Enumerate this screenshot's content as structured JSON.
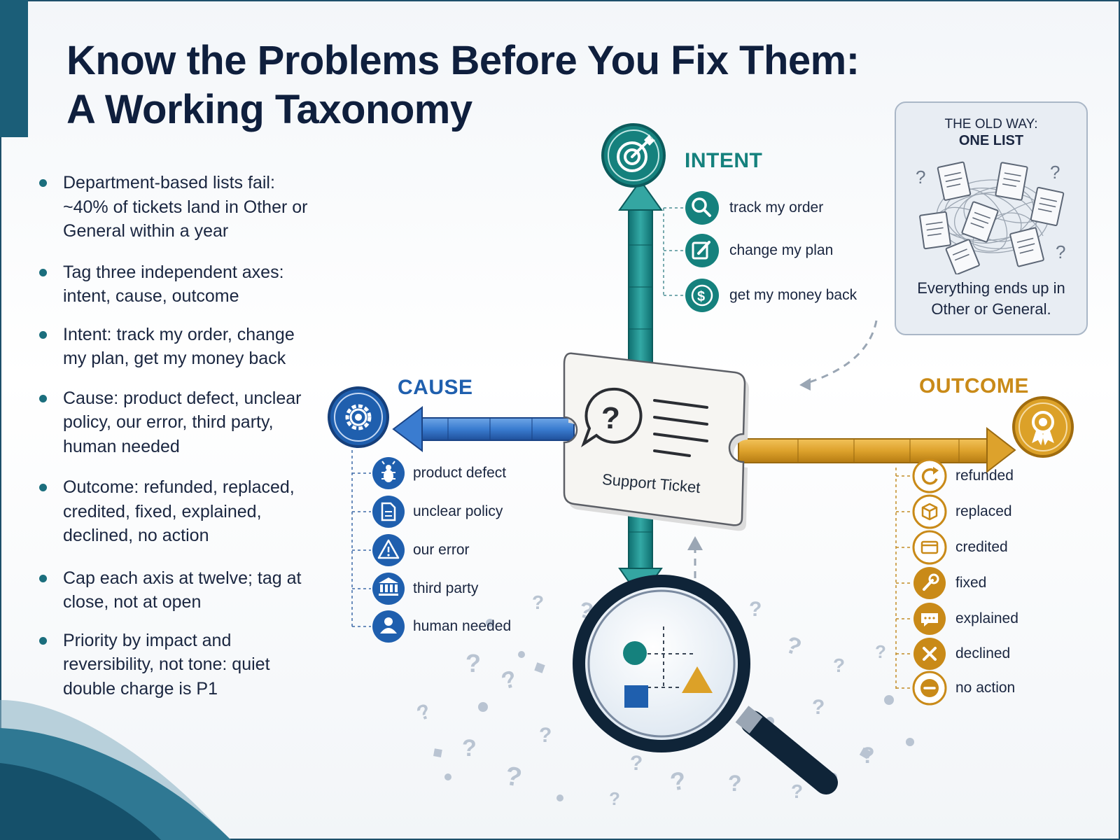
{
  "title": {
    "line1": "Know the Problems Before You Fix Them:",
    "line2": "A Working Taxonomy"
  },
  "bullets": [
    "Department-based lists fail: ~40% of tickets land in Other or General within a year",
    "Tag three independent axes: intent, cause, outcome",
    "Intent: track my order, change my plan, get my money back",
    "Cause: product defect, unclear policy, our error, third party, human needed",
    "Outcome: refunded, replaced, credited, fixed, explained, declined, no action",
    "Cap each axis at twelve; tag at close, not at open",
    "Priority by impact and reversibility, not tone: quiet double charge is P1"
  ],
  "intent": {
    "title": "INTENT",
    "color": "#15817d",
    "icon": "target-icon",
    "items": [
      {
        "label": "track my order",
        "icon": "search-icon"
      },
      {
        "label": "change my plan",
        "icon": "edit-icon"
      },
      {
        "label": "get my money back",
        "icon": "dollar-icon"
      }
    ]
  },
  "cause": {
    "title": "CAUSE",
    "color": "#1f5fae",
    "icon": "gear-icon",
    "items": [
      {
        "label": "product defect",
        "icon": "bug-icon"
      },
      {
        "label": "unclear policy",
        "icon": "document-icon"
      },
      {
        "label": "our error",
        "icon": "warning-icon"
      },
      {
        "label": "third party",
        "icon": "bank-icon"
      },
      {
        "label": "human needed",
        "icon": "person-icon"
      }
    ]
  },
  "outcome": {
    "title": "OUTCOME",
    "color": "#c98a18",
    "icon": "award-icon",
    "items": [
      {
        "label": "refunded",
        "icon": "refresh-icon"
      },
      {
        "label": "replaced",
        "icon": "box-icon"
      },
      {
        "label": "credited",
        "icon": "card-icon"
      },
      {
        "label": "fixed",
        "icon": "wrench-icon"
      },
      {
        "label": "explained",
        "icon": "chat-icon"
      },
      {
        "label": "declined",
        "icon": "x-icon"
      },
      {
        "label": "no action",
        "icon": "minus-icon"
      }
    ]
  },
  "ticket": {
    "label": "Support Ticket"
  },
  "old_way": {
    "line1": "THE OLD WAY:",
    "line2": "ONE LIST",
    "caption": "Everything ends up in Other or General."
  }
}
